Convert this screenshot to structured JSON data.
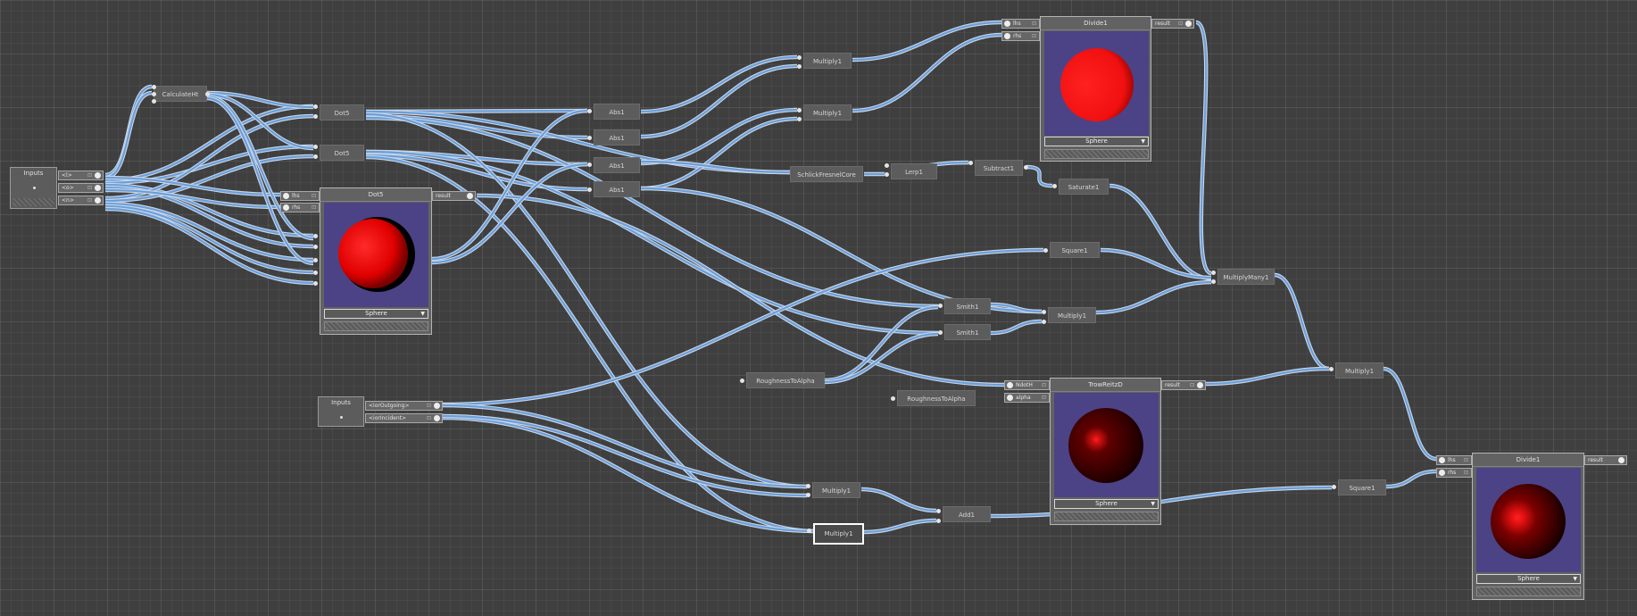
{
  "graph": {
    "inputs_main": {
      "title": "Inputs",
      "ports": [
        "<l>",
        "<o>",
        "<n>"
      ]
    },
    "inputs_ior": {
      "title": "Inputs",
      "ports": [
        "<iorOutgoing>",
        "<iorIncident>"
      ]
    },
    "nodes": {
      "calculateHt": "CalculateHt",
      "dot5a": "Dot5",
      "dot5b": "Dot5",
      "abs1a": "Abs1",
      "abs1b": "Abs1",
      "abs1c": "Abs1",
      "abs1d": "Abs1",
      "multiply1a": "Multiply1",
      "multiply1b": "Multiply1",
      "schlick": "SchlickFresnelCore",
      "lerp1": "Lerp1",
      "subtract1": "Subtract1",
      "saturate1": "Saturate1",
      "square1a": "Square1",
      "multiplyMany1": "MultiplyMany1",
      "smith1a": "Smith1",
      "smith1b": "Smith1",
      "multiply1c": "Multiply1",
      "roughnessA": "RoughnessToAlpha",
      "roughnessB": "RoughnessToAlpha",
      "multiply1d": "Multiply1",
      "multiply1e": "Multiply1",
      "multiply1sel": "Multiply1",
      "add1": "Add1",
      "square1b": "Square1"
    },
    "preview_nodes": {
      "dot": {
        "title": "Dot5",
        "inputs": [
          "lhs",
          "rhs"
        ],
        "output": "result",
        "shape": "Sphere"
      },
      "divide_top": {
        "title": "Divide1",
        "inputs": [
          "lhs",
          "rhs"
        ],
        "output": "result",
        "shape": "Sphere"
      },
      "trowbridge": {
        "title": "TrowReitzD",
        "inputs": [
          "NdotH",
          "alpha"
        ],
        "output": "result",
        "shape": "Sphere"
      },
      "divide_bottom": {
        "title": "Divide1",
        "inputs": [
          "lhs",
          "rhs"
        ],
        "output": "result",
        "shape": "Sphere"
      }
    },
    "port_icon": "⊡",
    "colors": {
      "wire": "#6b9ed8",
      "wire_outline": "#c9d6e8",
      "preview_bg": "#4b4386",
      "sphere": "#ff1010",
      "background": "#3f3f3f"
    }
  }
}
